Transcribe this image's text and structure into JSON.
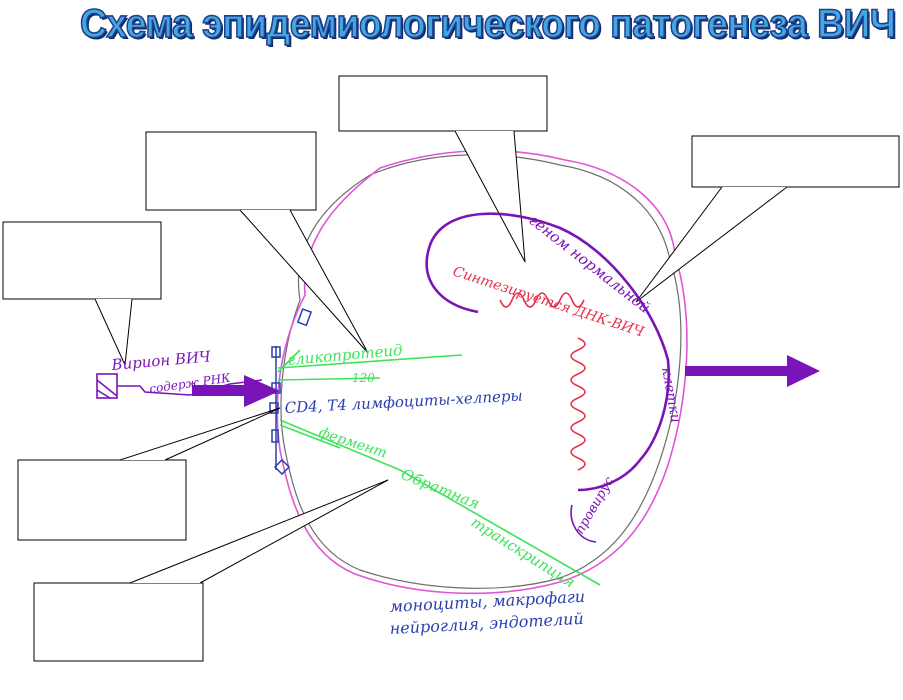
{
  "title": "Схема эпидемиологического патогенеза ВИЧ",
  "labels": {
    "virion": "Вирион ВИЧ",
    "virion_rna": "содерж РНК",
    "glycoprotein": "гликопротеид",
    "gp120": "120",
    "cd4": "CD4, T4 лимфоциты-хелперы",
    "ferment": "фермент",
    "reverse_line1": "Обратная",
    "reverse_line2": "транскрипция",
    "cells_line1": "моноциты, макрофаги",
    "cells_line2": "нейроглия, эндотелий",
    "synthesized_dna": "Синтезируется ДНК-ВИЧ",
    "genome": "геном нормальной",
    "genome2": "клетки",
    "provirus": "провирус"
  },
  "colors": {
    "title_fill": "#45a6df",
    "title_stroke": "#1d3f8f",
    "purple": "#7a14b8",
    "green": "#3ee35a",
    "blue": "#2a3fb0",
    "red": "#e5314b",
    "magenta": "#e255d6",
    "membrane_gray": "#6d6d6d"
  }
}
